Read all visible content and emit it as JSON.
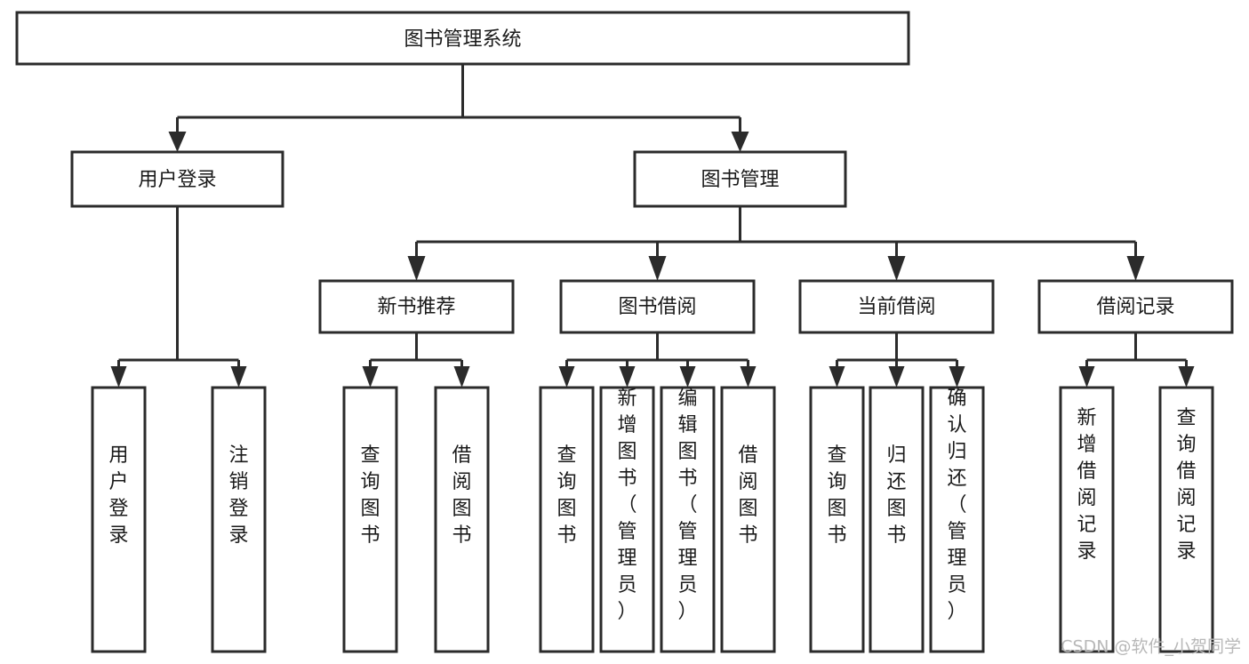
{
  "diagram": {
    "title": "图书管理系统",
    "type": "tree-hierarchy",
    "orientation": "top-down",
    "box_fill": "#ffffff",
    "box_stroke": "#2b2b2b",
    "text_color": "#1a1a1a",
    "background": "#ffffff"
  },
  "watermark": {
    "text": "CSDN @软件_小贺同学",
    "color": "#b8b8b8"
  },
  "nodes": {
    "root": {
      "label": "图书管理系统",
      "level": 0,
      "orient": "horizontal"
    },
    "l1_user_login": {
      "label": "用户登录",
      "level": 1,
      "orient": "horizontal"
    },
    "l1_book_manage": {
      "label": "图书管理",
      "level": 1,
      "orient": "horizontal"
    },
    "l2_new_book_rec": {
      "label": "新书推荐",
      "level": 2,
      "orient": "horizontal"
    },
    "l2_book_borrow": {
      "label": "图书借阅",
      "level": 2,
      "orient": "horizontal"
    },
    "l2_current_borrow": {
      "label": "当前借阅",
      "level": 2,
      "orient": "horizontal"
    },
    "l2_borrow_record": {
      "label": "借阅记录",
      "level": 2,
      "orient": "horizontal"
    },
    "leaf_user_login": {
      "label": "用户登录",
      "level": 3,
      "orient": "vertical"
    },
    "leaf_logout_login": {
      "label": "注销登录",
      "level": 3,
      "orient": "vertical"
    },
    "leaf_query_book_rec": {
      "label": "查询图书",
      "level": 3,
      "orient": "vertical"
    },
    "leaf_borrow_book_rec": {
      "label": "借阅图书",
      "level": 3,
      "orient": "vertical"
    },
    "leaf_query_book_bb": {
      "label": "查询图书",
      "level": 3,
      "orient": "vertical"
    },
    "leaf_add_book": {
      "label": "新增图书（管理员）",
      "level": 3,
      "orient": "vertical"
    },
    "leaf_edit_book": {
      "label": "编辑图书（管理员）",
      "level": 3,
      "orient": "vertical"
    },
    "leaf_borrow_book_bb": {
      "label": "借阅图书",
      "level": 3,
      "orient": "vertical"
    },
    "leaf_query_book_cb": {
      "label": "查询图书",
      "level": 3,
      "orient": "vertical"
    },
    "leaf_return_book": {
      "label": "归还图书",
      "level": 3,
      "orient": "vertical"
    },
    "leaf_confirm_return": {
      "label": "确认归还（管理员）",
      "level": 3,
      "orient": "vertical"
    },
    "leaf_add_record": {
      "label": "新增借阅记录",
      "level": 3,
      "orient": "vertical"
    },
    "leaf_query_record": {
      "label": "查询借阅记录",
      "level": 3,
      "orient": "vertical"
    }
  },
  "chart_data": {
    "type": "tree",
    "title": "图书管理系统",
    "root": {
      "label": "图书管理系统",
      "children": [
        {
          "label": "用户登录",
          "children": [
            {
              "label": "用户登录",
              "children": []
            },
            {
              "label": "注销登录",
              "children": []
            }
          ]
        },
        {
          "label": "图书管理",
          "children": [
            {
              "label": "新书推荐",
              "children": [
                {
                  "label": "查询图书",
                  "children": []
                },
                {
                  "label": "借阅图书",
                  "children": []
                }
              ]
            },
            {
              "label": "图书借阅",
              "children": [
                {
                  "label": "查询图书",
                  "children": []
                },
                {
                  "label": "新增图书（管理员）",
                  "children": []
                },
                {
                  "label": "编辑图书（管理员）",
                  "children": []
                },
                {
                  "label": "借阅图书",
                  "children": []
                }
              ]
            },
            {
              "label": "当前借阅",
              "children": [
                {
                  "label": "查询图书",
                  "children": []
                },
                {
                  "label": "归还图书",
                  "children": []
                },
                {
                  "label": "确认归还（管理员）",
                  "children": []
                }
              ]
            },
            {
              "label": "借阅记录",
              "children": [
                {
                  "label": "新增借阅记录",
                  "children": []
                },
                {
                  "label": "查询借阅记录",
                  "children": []
                }
              ]
            }
          ]
        }
      ]
    }
  }
}
